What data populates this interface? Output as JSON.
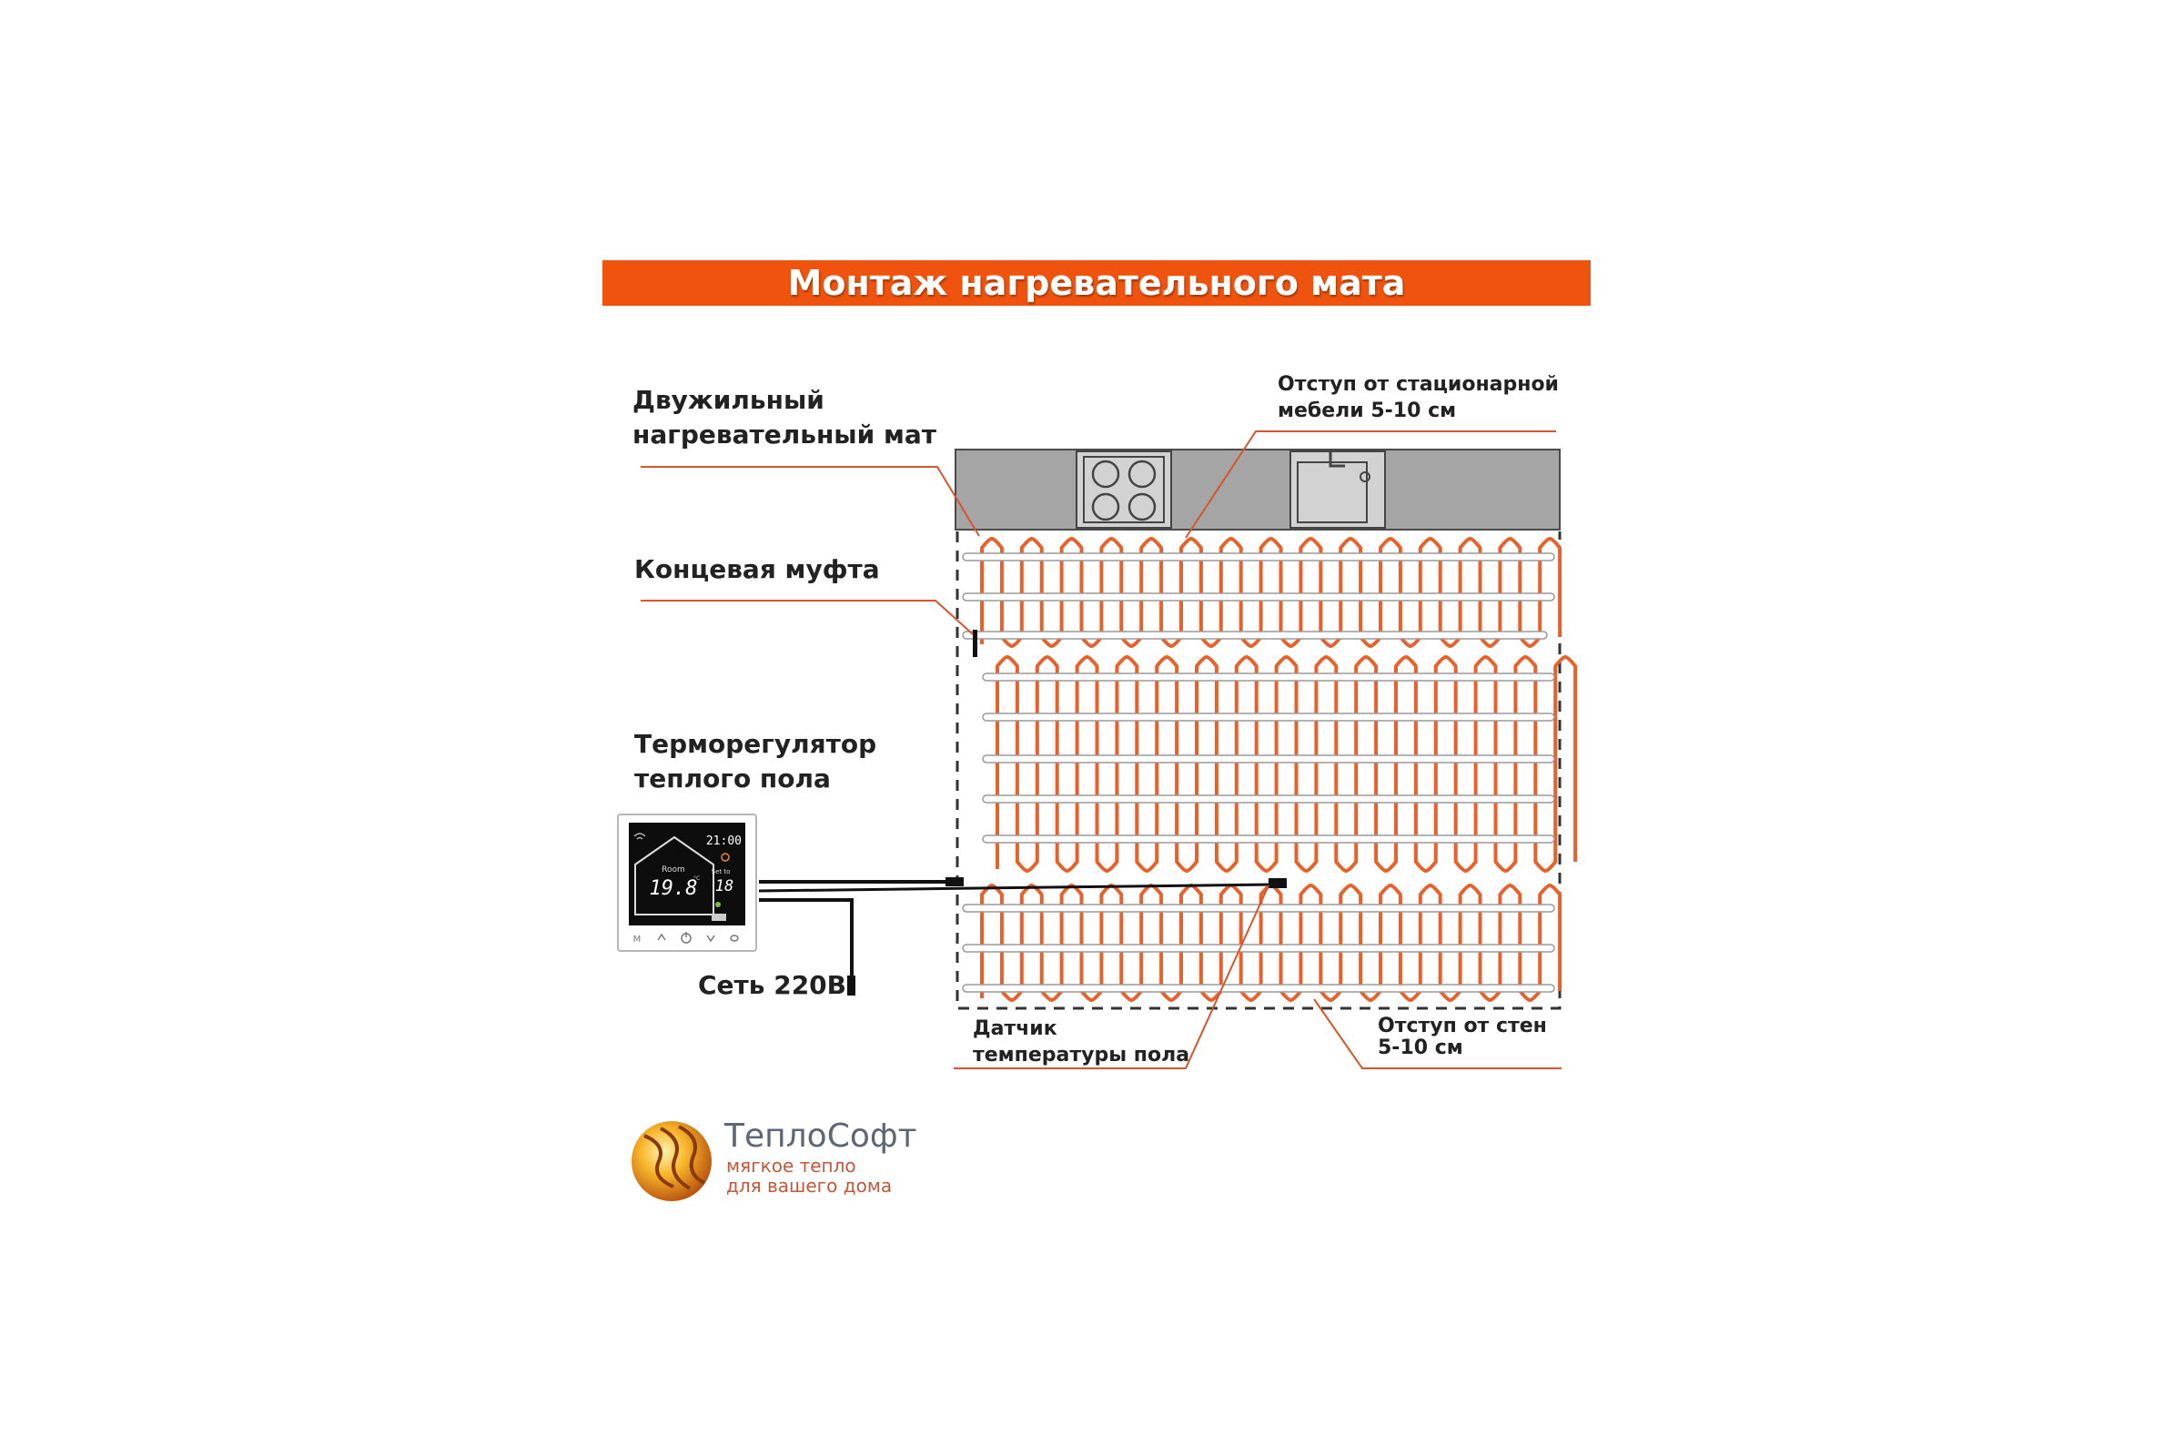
{
  "title": "Монтаж нагревательного мата",
  "labels": {
    "mat": [
      "Двужильный",
      "нагревательный мат"
    ],
    "furniture_offset": [
      "Отступ от стационарной",
      "мебели 5-10 см"
    ],
    "end_sleeve": "Концевая муфта",
    "thermostat": [
      "Терморегулятор",
      "теплого пола"
    ],
    "mains": "Сеть 220В",
    "floor_sensor": [
      "Датчик",
      "температуры пола"
    ],
    "wall_offset": [
      "Отступ от стен",
      "5-10 см"
    ]
  },
  "thermostat_display": {
    "clock": "21:00",
    "room_label": "Room",
    "room_temp": "19.8",
    "set_label": "Set to",
    "set_temp": "18",
    "button_mode": "M",
    "unit": "°C"
  },
  "brand": {
    "name": "ТеплоСофт",
    "tagline": [
      "мягкое тепло",
      "для вашего дома"
    ]
  },
  "colors": {
    "accent": "#f0530d",
    "cable": "#e8612a",
    "counter": "#a5a5a5",
    "leader": "#d6552c"
  },
  "icons": [
    "cooktop-icon",
    "sink-icon",
    "wifi-icon",
    "house-icon",
    "power-icon",
    "logo-sun-icon"
  ]
}
